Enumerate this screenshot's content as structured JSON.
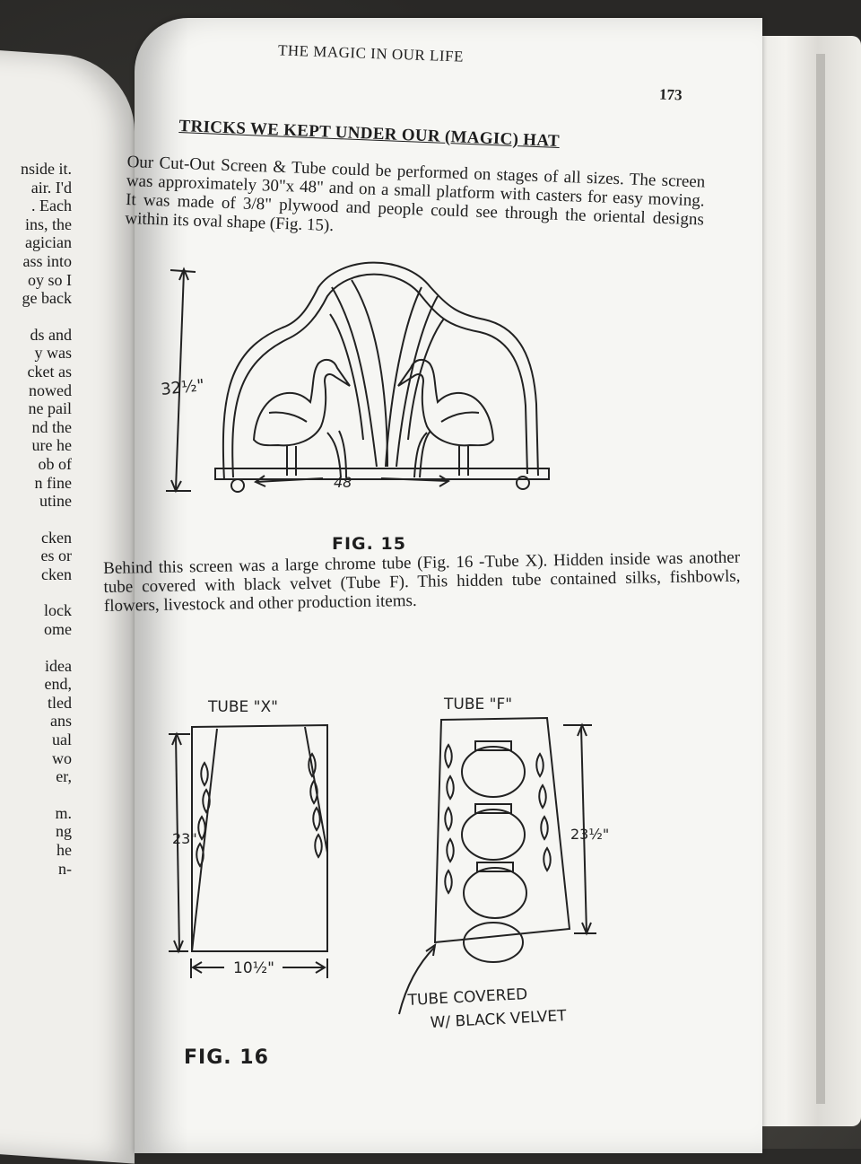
{
  "left_page": {
    "lines": [
      "nside it.",
      "air. I'd",
      ". Each",
      "ins, the",
      "agician",
      "ass into",
      "oy so I",
      "ge back",
      "",
      "ds and",
      "y was",
      "cket as",
      "nowed",
      "ne pail",
      "nd the",
      "ure he",
      "ob of",
      "n fine",
      "utine",
      "",
      "cken",
      "es or",
      "cken",
      "",
      "lock",
      "ome",
      "",
      "idea",
      "end,",
      "tled",
      "ans",
      "ual",
      "wo",
      "er,",
      "",
      "m.",
      "ng",
      "he",
      "n-"
    ]
  },
  "page": {
    "running_head": "THE MAGIC IN OUR LIFE",
    "page_number": "173",
    "section_title": "TRICKS WE KEPT UNDER OUR (MAGIC) HAT",
    "paragraph1": "Our Cut-Out Screen & Tube could be performed on stages of all sizes. The screen was approximately 30\"x 48\" and on a small platform with casters for easy moving. It was made of 3/8\" plywood and people could see through the oriental designs within its oval shape (Fig. 15).",
    "paragraph2": "Behind this screen was a large chrome tube (Fig. 16 -Tube X). Hidden inside was another tube covered with black velvet (Tube F). This hidden tube contained silks, fishbowls, flowers, livestock and other production items.",
    "fig15": {
      "caption": "FIG. 15",
      "height_label": "32½\"",
      "width_label": "48"
    },
    "fig16": {
      "caption": "FIG. 16",
      "tube_x_label": "TUBE \"X\"",
      "tube_f_label": "TUBE \"F\"",
      "tube_x_height": "23\"",
      "tube_x_width": "10½\"",
      "tube_f_height": "23½\"",
      "note_line1": "TUBE COVERED",
      "note_line2": "W/ BLACK VELVET"
    }
  }
}
